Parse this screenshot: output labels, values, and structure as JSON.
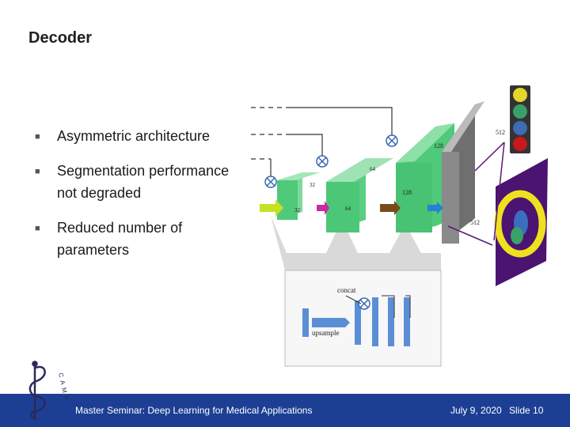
{
  "slide": {
    "title": "Decoder",
    "bullets": [
      "Asymmetric architecture",
      "Segmentation performance not degraded",
      "Reduced number of parameters"
    ]
  },
  "figure": {
    "channel_labels": [
      "32",
      "32",
      "64",
      "64",
      "128",
      "128",
      "512",
      "512"
    ],
    "concat_label": "concat",
    "upsample_label": "upsample"
  },
  "logo": {
    "text": "CAMP"
  },
  "footer": {
    "title": "Master Seminar: Deep Learning for Medical Applications",
    "date": "July 9, 2020",
    "slide": "Slide 10"
  },
  "colors": {
    "footer_bg": "#1c3f94",
    "block_green": "#4fc97a",
    "block_gray": "#8a8a8a",
    "segmentation_bg": "#4a1470",
    "segmentation_ring": "#f0e020"
  }
}
